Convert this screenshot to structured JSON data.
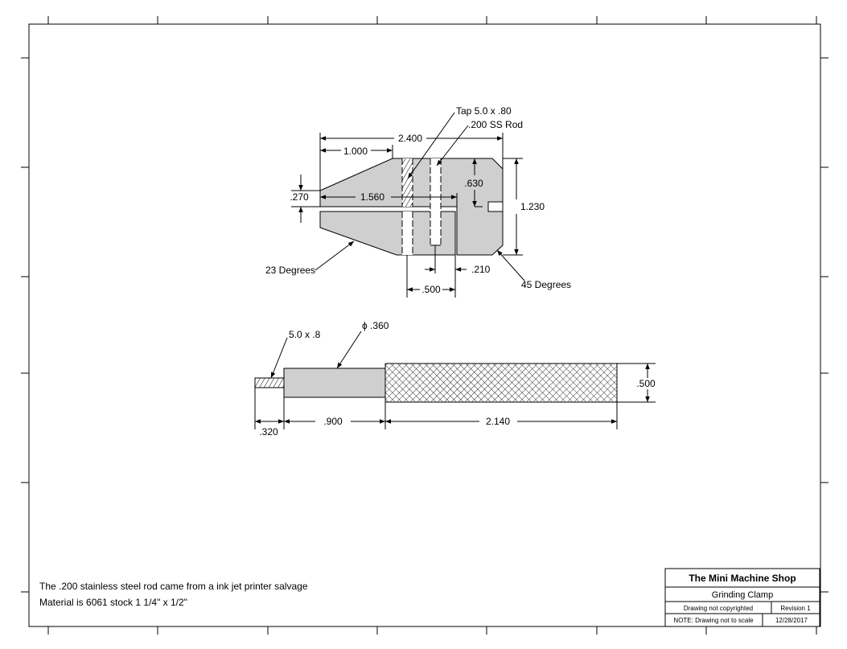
{
  "drawing": {
    "clamp_dims": {
      "overall_length": "2.400",
      "taper_length": "1.000",
      "slot_depth": "1.560",
      "slot_gap": ".270",
      "rod_depth": ".630",
      "overall_height": "1.230",
      "hole_spacing": ".500",
      "rod_offset": ".210"
    },
    "clamp_callouts": {
      "tap": "Tap 5.0 x .80",
      "rod": ".200 SS Rod",
      "angle_taper": "23 Degrees",
      "angle_chamfer": "45 Degrees"
    },
    "screw_dims": {
      "thread_callout": "5.0 x .8",
      "shank_diameter": "ϕ .360",
      "thread_length": ".320",
      "shank_length": ".900",
      "knob_length": "2.140",
      "knob_diameter": ".500"
    },
    "notes": [
      "The .200 stainless steel rod came from a ink jet printer salvage",
      "Material is 6061 stock 1 1/4\" x 1/2\""
    ]
  },
  "title_block": {
    "company": "The Mini Machine Shop",
    "part_name": "Grinding Clamp",
    "copyright": "Drawing not copyrighted",
    "revision": "Revision  1",
    "note": "NOTE: Drawing not to scale",
    "date": "12/28/2017"
  }
}
